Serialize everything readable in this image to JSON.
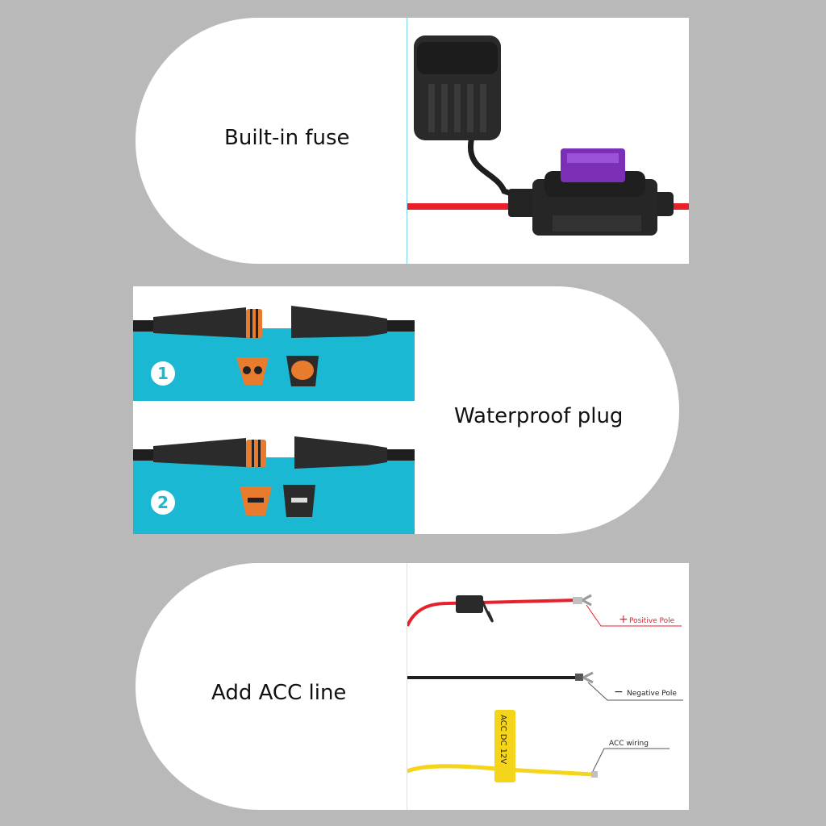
{
  "sections": [
    {
      "label": "Built-in fuse"
    },
    {
      "label": "Waterproof plug",
      "steps": [
        "1",
        "2"
      ]
    },
    {
      "label": "Add ACC line",
      "callouts": {
        "positive": "Positive Pole",
        "positive_sign": "+",
        "negative": "Negative Pole",
        "negative_sign": "−",
        "acc": "ACC wiring",
        "tag": "ACC DC 12V"
      }
    }
  ],
  "colors": {
    "background": "#b9b9b9",
    "panel": "#ffffff",
    "teal": "#1ab8d2",
    "red_wire": "#e8202a",
    "yellow_wire": "#f5d51c",
    "fuse_purple": "#7a2fb5",
    "plug_orange": "#e97b2e"
  }
}
